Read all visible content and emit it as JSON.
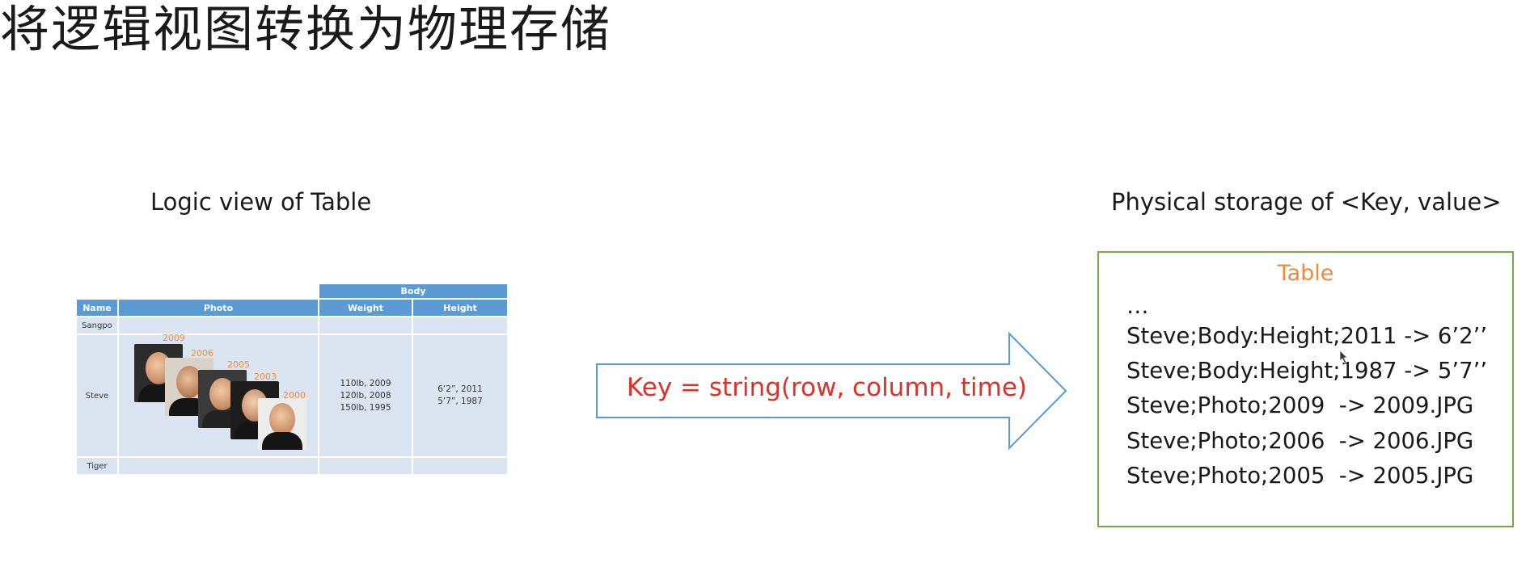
{
  "title": "将逻辑视图转换为物理存储",
  "logic": {
    "heading": "Logic view of Table",
    "table": {
      "group_header": "Body",
      "headers": [
        "Name",
        "Photo",
        "Weight",
        "Height"
      ],
      "rows": [
        {
          "name": "Sangpo",
          "weight": "",
          "height": ""
        },
        {
          "name": "Steve",
          "weight": [
            "110lb, 2009",
            "120lb, 2008",
            "150lb, 1995"
          ],
          "height": [
            "6’2”, 2011",
            "5’7”, 1987"
          ]
        },
        {
          "name": "Tiger",
          "weight": "",
          "height": ""
        }
      ],
      "photo_years": [
        "2009",
        "2006",
        "2005",
        "2003",
        "2000"
      ]
    }
  },
  "arrow": {
    "label": "Key = string(row, column, time)"
  },
  "physical": {
    "heading": "Physical storage of <Key, value>",
    "box_title": "Table",
    "lines": [
      "…",
      "Steve;Body:Height;2011 -> 6’2’’",
      "Steve;Body:Height;1987 -> 5’7’’",
      "Steve;Photo;2009  -> 2009.JPG",
      "Steve;Photo;2006  -> 2006.JPG",
      "Steve;Photo;2005  -> 2005.JPG"
    ]
  },
  "colors": {
    "header_blue": "#5b9bd5",
    "row_blue": "#dbe5f2",
    "accent_orange": "#f08a3e",
    "key_red": "#e0302a",
    "box_green": "#77a94c",
    "arrow_blue": "#5b9bd5"
  }
}
